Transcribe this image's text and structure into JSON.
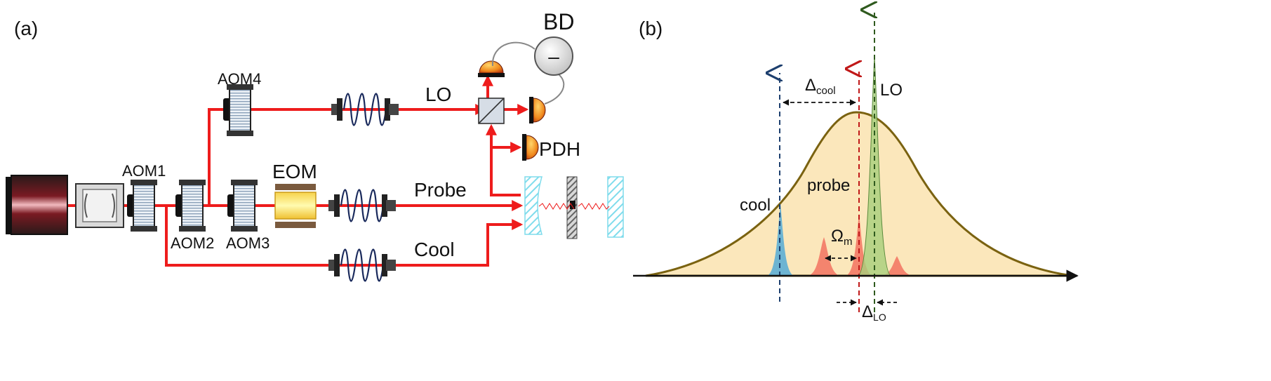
{
  "panel_a": {
    "label": "(a)",
    "components": {
      "aom1": "AOM1",
      "aom2": "AOM2",
      "aom3": "AOM3",
      "aom4": "AOM4",
      "eom": "EOM",
      "bd": "BD",
      "bd_symbol": "–",
      "pdh": "PDH"
    },
    "beams": {
      "lo": "LO",
      "probe": "Probe",
      "cool": "Cool"
    }
  },
  "panel_b": {
    "label": "(b)",
    "peaks": {
      "lo": "LO",
      "probe": "probe",
      "cool": "cool"
    },
    "delta_cool": {
      "base": "Δ",
      "sub": "cool"
    },
    "omega_m": {
      "base": "Ω",
      "sub": "m"
    },
    "delta_lo": {
      "base": "Δ",
      "sub": "LO"
    }
  },
  "colors": {
    "laser_beam": "#ee1c1c",
    "cavity_mirror": "#7fdcec",
    "spectrum_envelope": "#7a6210",
    "spectrum_fill": "#fbe7bb",
    "cool_peak": "#4aa8d8",
    "probe_peak": "#f26b5b",
    "lo_peak": "#a7cf7c"
  }
}
